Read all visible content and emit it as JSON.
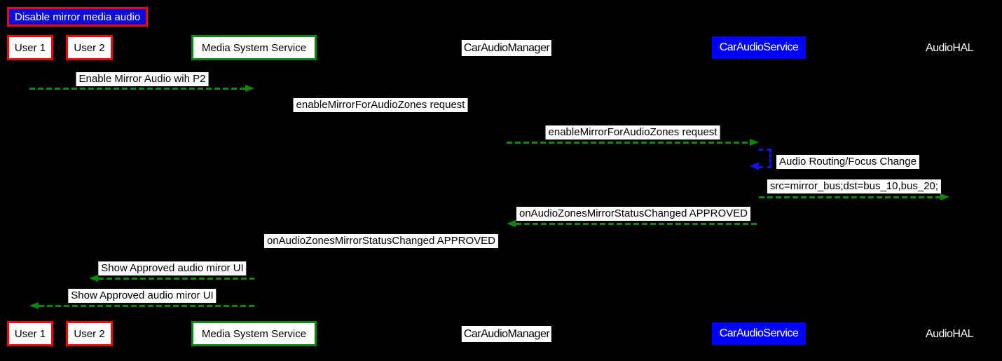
{
  "title": {
    "text": "Disable mirror media audio"
  },
  "participants": {
    "user1": {
      "label": "User 1"
    },
    "user2": {
      "label": "User 2"
    },
    "mss": {
      "label": "Media System Service"
    },
    "cam": {
      "label": "CarAudioManager"
    },
    "cas": {
      "label": "CarAudioService"
    },
    "hal": {
      "label": "AudioHAL"
    }
  },
  "messages": [
    {
      "label": "Enable Mirror Audio wih P2",
      "from": "User 1",
      "to": "Media System Service",
      "direction": "right",
      "color": "green",
      "style": "dashed"
    },
    {
      "label": "enableMirrorForAudioZones request",
      "from": "Media System Service",
      "to": "CarAudioManager",
      "direction": "right",
      "color": "black",
      "style": "dashed"
    },
    {
      "label": "enableMirrorForAudioZones request",
      "from": "CarAudioManager",
      "to": "CarAudioService",
      "direction": "right",
      "color": "green",
      "style": "dashed"
    },
    {
      "label": "Audio Routing/Focus Change",
      "from": "CarAudioService",
      "to": "CarAudioService",
      "direction": "self",
      "color": "blue",
      "style": "dashed"
    },
    {
      "label": "src=mirror_bus;dst=bus_10,bus_20;",
      "from": "CarAudioService",
      "to": "AudioHAL",
      "direction": "right",
      "color": "green",
      "style": "dashed"
    },
    {
      "label": "onAudioZonesMirrorStatusChanged APPROVED",
      "from": "CarAudioService",
      "to": "CarAudioManager",
      "direction": "left",
      "color": "green",
      "style": "dashed"
    },
    {
      "label": "onAudioZonesMirrorStatusChanged APPROVED",
      "from": "CarAudioManager",
      "to": "Media System Service",
      "direction": "left",
      "color": "black",
      "style": "dashed"
    },
    {
      "label": "Show Approved audio miror UI",
      "from": "Media System Service",
      "to": "User 2",
      "direction": "left",
      "color": "green",
      "style": "dashed"
    },
    {
      "label": "Show Approved audio miror UI",
      "from": "Media System Service",
      "to": "User 1",
      "direction": "left",
      "color": "green",
      "style": "dashed"
    }
  ],
  "colors": {
    "background": "#000000",
    "arrow_green": "#0e870e",
    "arrow_blue": "#1414e6",
    "border_red": "#ff0000",
    "border_green": "#0b870b",
    "service_blue": "#0000ff",
    "title_blue": "#0b0bdc",
    "hidden_arrow": "#000000"
  }
}
